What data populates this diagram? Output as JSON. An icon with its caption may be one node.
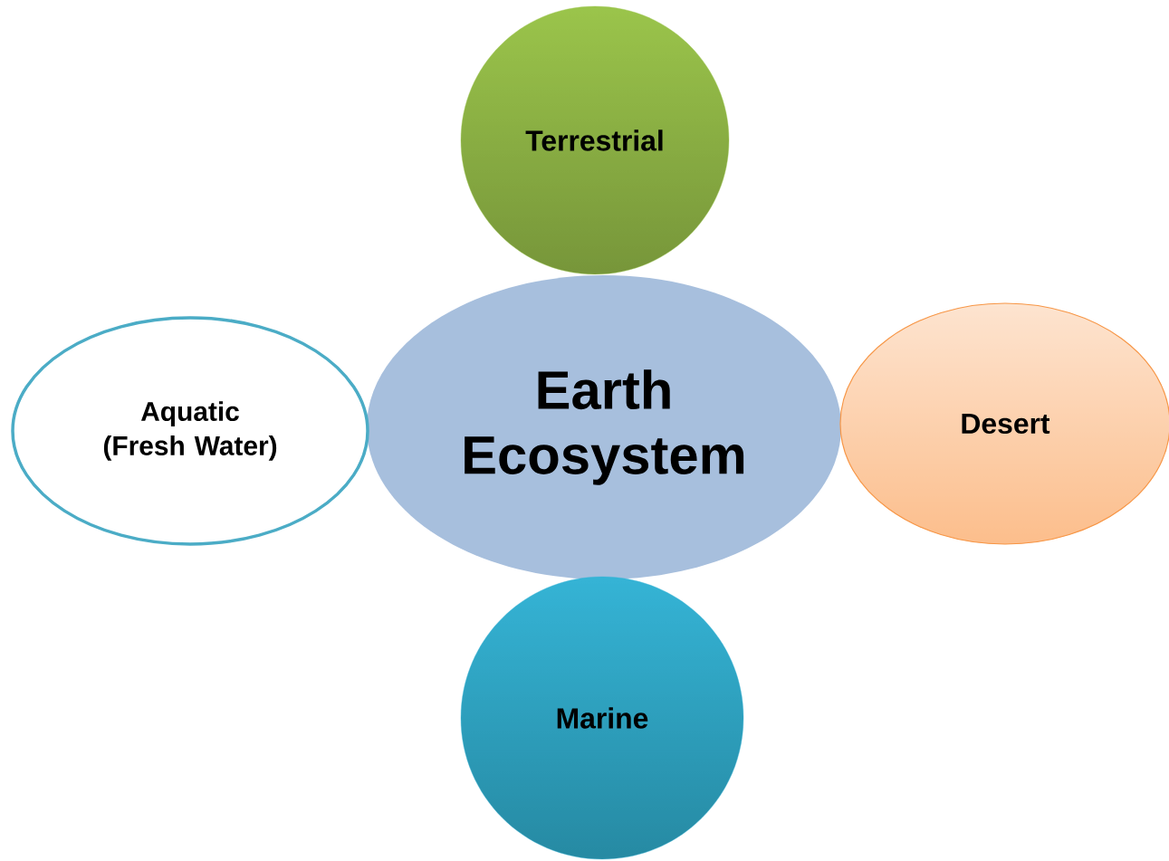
{
  "diagram": {
    "nodes": [
      {
        "text": [
          "Terrestrial"
        ]
      },
      {
        "text": [
          "Aquatic",
          "(Fresh Water)"
        ]
      },
      {
        "text": [
          "Earth Ecosystem"
        ]
      },
      {
        "text": [
          "Desert"
        ]
      },
      {
        "text": [
          "Marine"
        ]
      }
    ]
  }
}
